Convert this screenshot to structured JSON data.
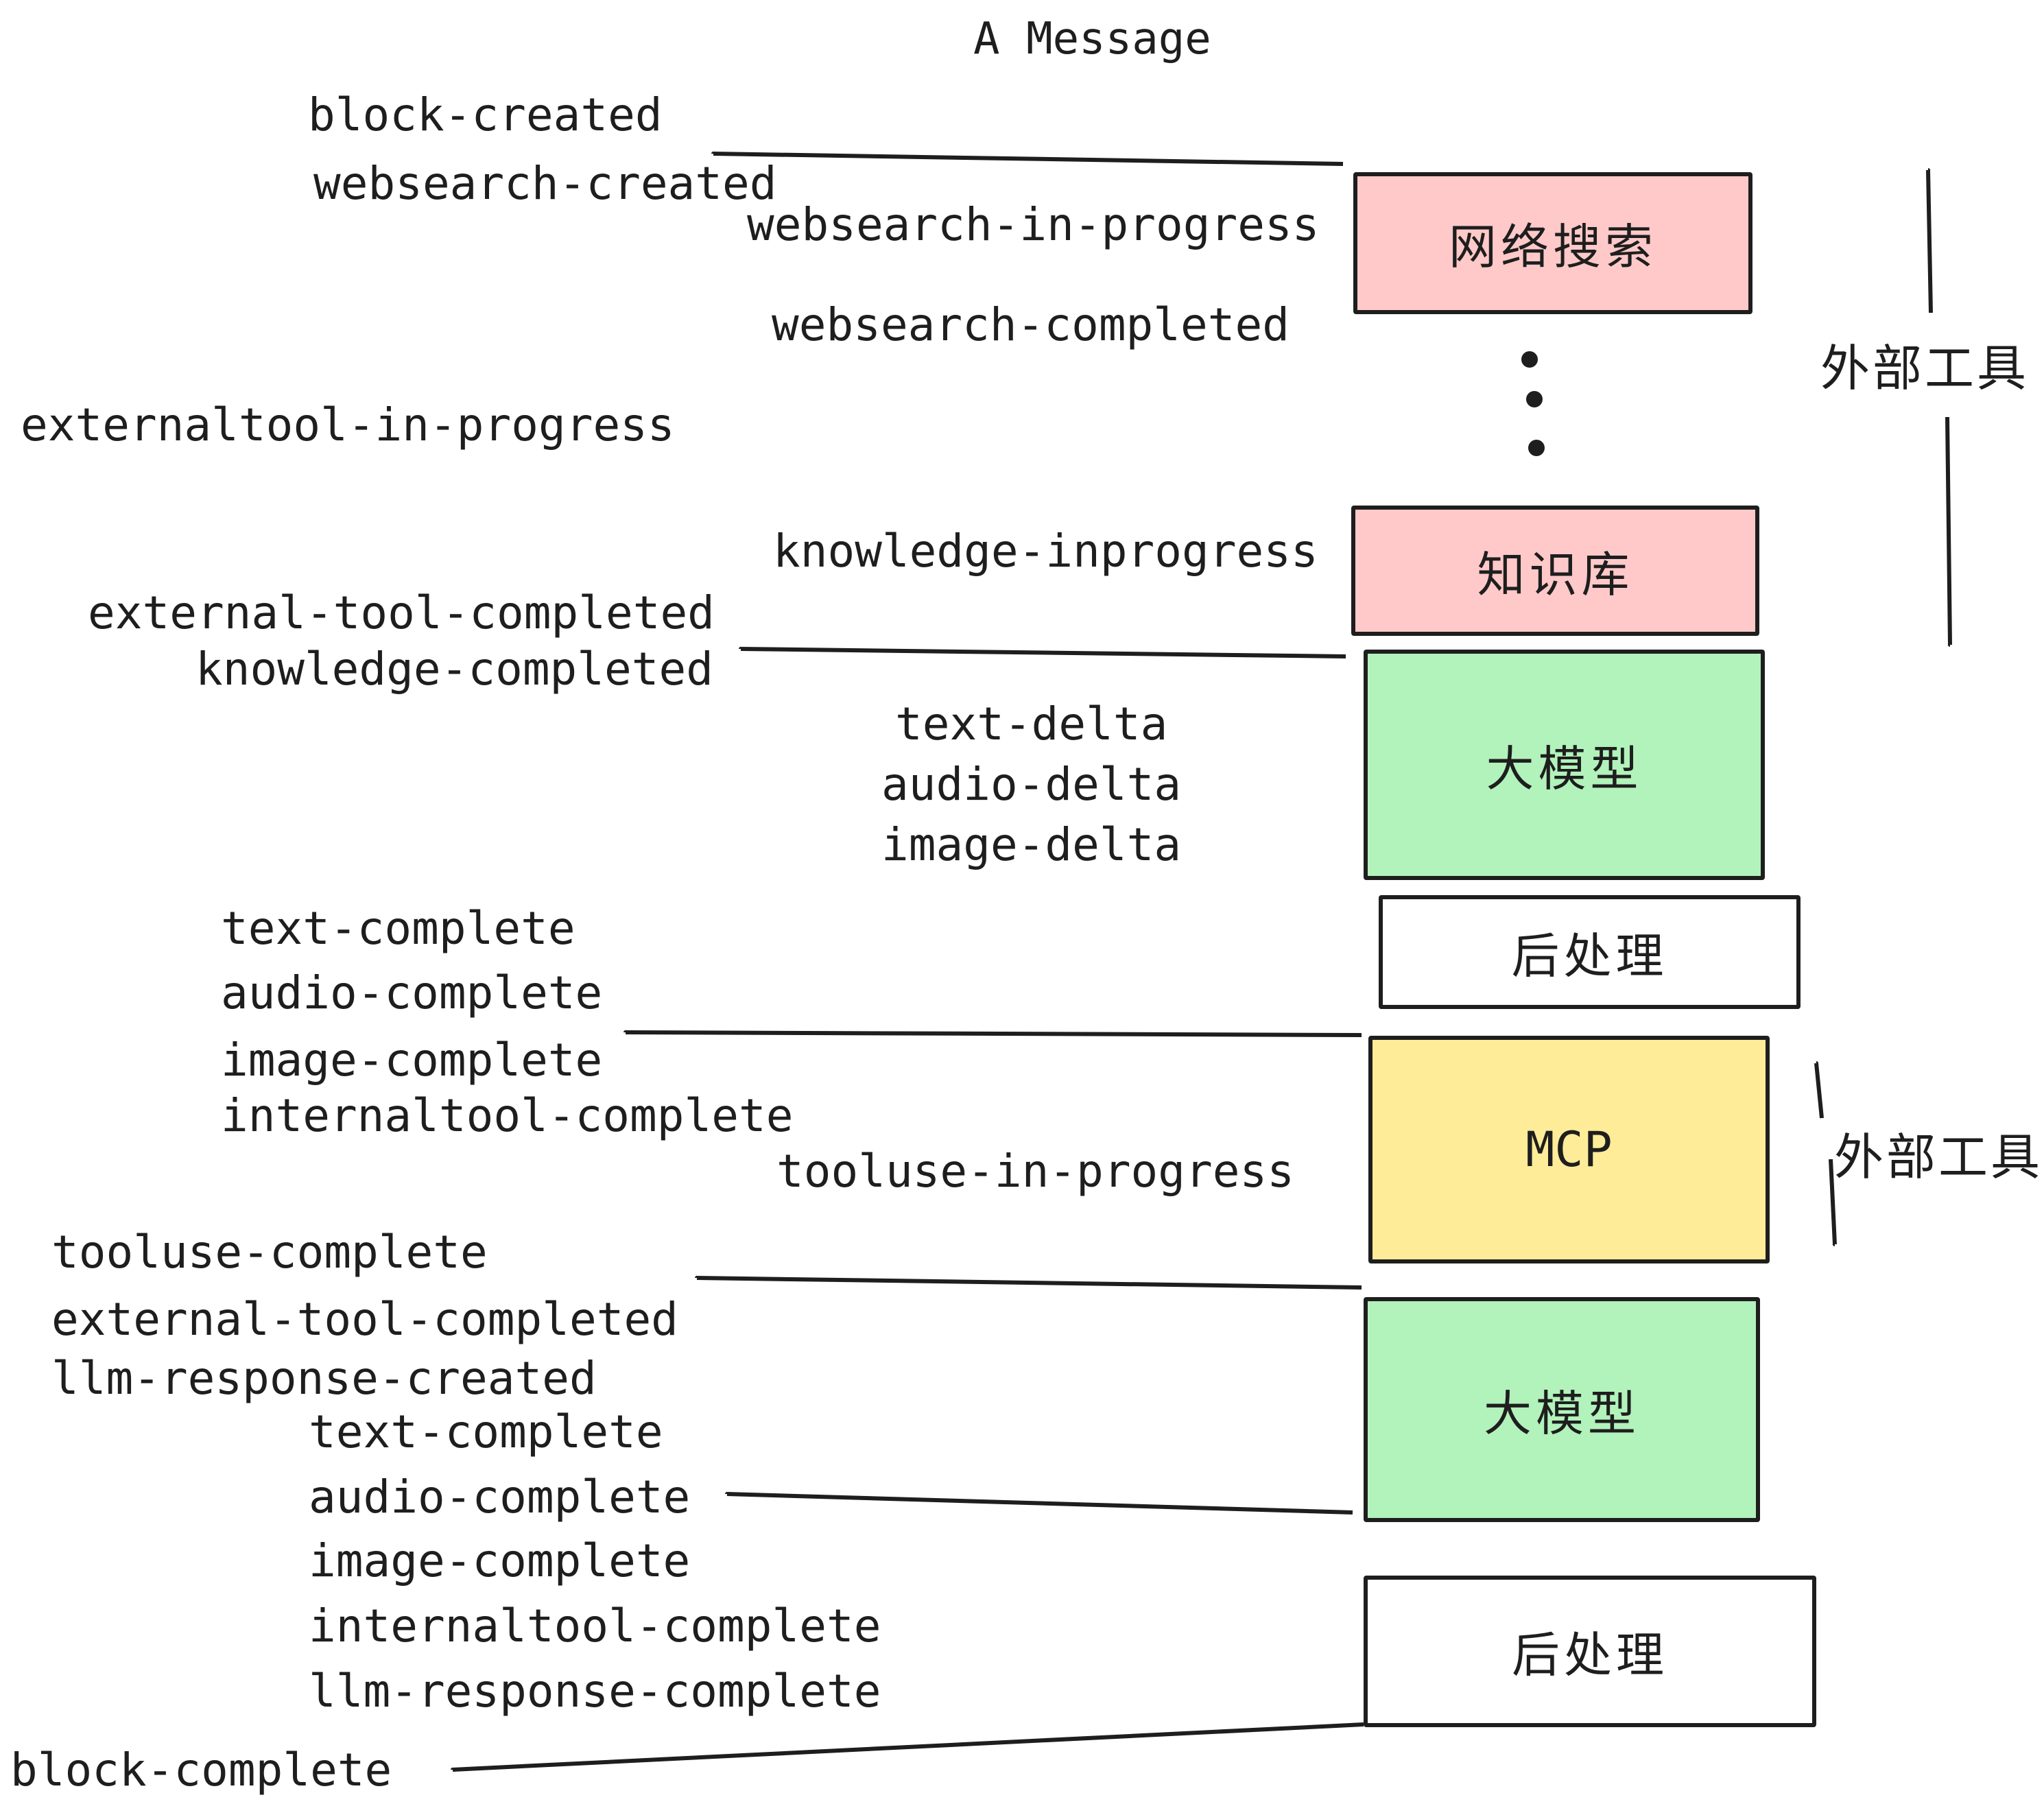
{
  "title": "A Message",
  "colors": {
    "pink": "#ffc9c9",
    "green": "#b2f2bb",
    "yellow": "#ffec99",
    "white": "#ffffff",
    "ink": "#1e1e1e"
  },
  "nodes": {
    "websearch": "网络搜索",
    "knowledge": "知识库",
    "llm1": "大模型",
    "post1": "后处理",
    "mcp": "MCP",
    "llm2": "大模型",
    "post2": "后处理"
  },
  "side_labels": {
    "external_tools_top": "外部工具",
    "external_tools_mid": "外部工具"
  },
  "events": {
    "block_created": "block-created",
    "websearch_created": "websearch-created",
    "websearch_in_progress": "websearch-in-progress",
    "websearch_completed": "websearch-completed",
    "externaltool_in_progress": "externaltool-in-progress",
    "knowledge_inprogress": "knowledge-inprogress",
    "external_tool_completed": "external-tool-completed",
    "knowledge_completed": "knowledge-completed",
    "text_delta_1": "text-delta",
    "audio_delta_1": "audio-delta",
    "image_delta_1": "image-delta",
    "text_complete_1": "text-complete",
    "audio_complete_1": "audio-complete",
    "image_complete_1": "image-complete",
    "internaltool_complete_1": "internaltool-complete",
    "tooluse_in_progress": "tooluse-in-progress",
    "tooluse_complete": "tooluse-complete",
    "external_tool_completed_2": "external-tool-completed",
    "llm_response_created": "llm-response-created",
    "text_complete_2": "text-complete",
    "audio_complete_2": "audio-complete",
    "image_complete_2": "image-complete",
    "internaltool_complete_2": "internaltool-complete",
    "llm_response_complete": "llm-response-complete",
    "block_complete": "block-complete"
  }
}
